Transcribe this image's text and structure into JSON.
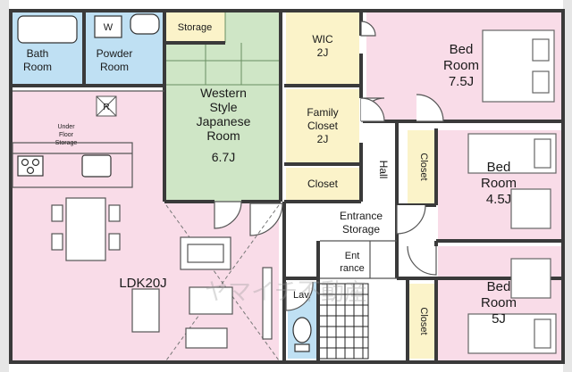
{
  "colors": {
    "bath": "#bfe0f3",
    "japanese": "#cfe6c6",
    "storage": "#fbf3c9",
    "bedroom": "#f9dce8",
    "ldk": "#f9dce8",
    "hall": "#ffffff",
    "wall": "#3a3a3a",
    "balcony": "#e6e6e6"
  },
  "rooms": {
    "bath": {
      "line1": "Bath",
      "line2": "Room"
    },
    "washer": {
      "label": "W"
    },
    "powder": {
      "line1": "Powder",
      "line2": "Room"
    },
    "storage_top": {
      "label": "Storage"
    },
    "japanese": {
      "line1": "Western",
      "line2": "Style",
      "line3": "Japanese",
      "line4": "Room",
      "line5": "6.7J"
    },
    "wic": {
      "line1": "WIC",
      "line2": "2J"
    },
    "family_closet": {
      "line1": "Family",
      "line2": "Closet",
      "line3": "2J"
    },
    "closet_mid": {
      "label": "Closet"
    },
    "bed1": {
      "line1": "Bed",
      "line2": "Room",
      "line3": "7.5J"
    },
    "bed2": {
      "line1": "Bed",
      "line2": "Room",
      "line3": "4.5J"
    },
    "bed3": {
      "line1": "Bed",
      "line2": "Room",
      "line3": "5J"
    },
    "closet_bed2": {
      "label": "Closet"
    },
    "closet_bed3": {
      "label": "Closet"
    },
    "hall": {
      "label": "Hall"
    },
    "entrance_storage": {
      "line1": "Entrance",
      "line2": "Storage"
    },
    "entrance": {
      "line1": "Ent",
      "line2": "rance"
    },
    "lav": {
      "label": "Lav."
    },
    "ldk": {
      "label": "LDK20J"
    },
    "underfloor": {
      "line1": "Under",
      "line2": "Floor",
      "line3": "Storage"
    },
    "refrigerator": {
      "label": "R"
    }
  },
  "watermark": {
    "text": "ヤマイチ不動産"
  }
}
